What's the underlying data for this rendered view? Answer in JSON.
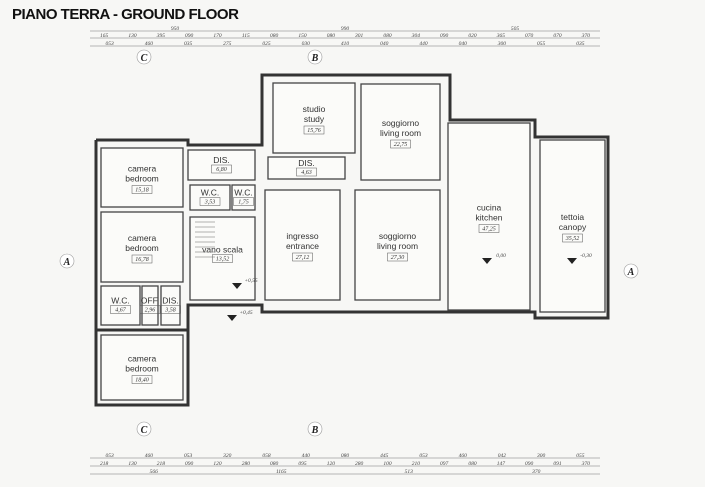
{
  "title": "PIANO TERRA - GROUND FLOOR",
  "rooms": [
    {
      "name": "camera",
      "name_en": "bedroom",
      "area": "15,18"
    },
    {
      "name": "camera",
      "name_en": "bedroom",
      "area": "16,78"
    },
    {
      "name": "camera",
      "name_en": "bedroom",
      "area": "18,40"
    },
    {
      "name": "W.C.",
      "name_en": "",
      "area": "4,67"
    },
    {
      "name": "OFF.",
      "name_en": "",
      "area": "2,96"
    },
    {
      "name": "DIS.",
      "name_en": "",
      "area": "3,58"
    },
    {
      "name": "vano scala",
      "name_en": "",
      "area": "13,52"
    },
    {
      "name": "DIS.",
      "name_en": "",
      "area": "6,80"
    },
    {
      "name": "W.C.",
      "name_en": "",
      "area": "3,53"
    },
    {
      "name": "W.C.",
      "name_en": "",
      "area": "1,75"
    },
    {
      "name": "studio",
      "name_en": "study",
      "area": "15,76"
    },
    {
      "name": "DIS.",
      "name_en": "",
      "area": "4,63"
    },
    {
      "name": "ingresso",
      "name_en": "entrance",
      "area": "27,12"
    },
    {
      "name": "soggiorno",
      "name_en": "living room",
      "area": "22,75"
    },
    {
      "name": "soggiorno",
      "name_en": "living room",
      "area": "27,30"
    },
    {
      "name": "cucina",
      "name_en": "kitchen",
      "area": "47,25"
    },
    {
      "name": "tettoia",
      "name_en": "canopy",
      "area": "35,52"
    }
  ],
  "section_markers": [
    "A",
    "A",
    "B",
    "B",
    "C",
    "C"
  ],
  "levels": [
    "+0,55",
    "+0,45",
    "0,00",
    "-0,30"
  ],
  "dimensions_top": {
    "row1": [
      "950",
      "990",
      "505"
    ],
    "row2": [
      "165",
      "130",
      "395",
      "090",
      "170",
      "115",
      "080",
      "150",
      "080",
      "301",
      "080",
      "304",
      "090",
      "020",
      "365",
      "070",
      "070",
      "370"
    ],
    "row3": [
      "053",
      "460",
      "035",
      "275",
      "025",
      "030",
      "410",
      "040",
      "440",
      "040",
      "300",
      "055",
      "035"
    ]
  },
  "dimensions_bottom": {
    "row1": [
      "053",
      "460",
      "053",
      "320",
      "058",
      "440",
      "080",
      "445",
      "053",
      "460",
      "042",
      "300",
      "055"
    ],
    "row2": [
      "218",
      "130",
      "218",
      "090",
      "120",
      "280",
      "080",
      "095",
      "120",
      "280",
      "100",
      "210",
      "097",
      "080",
      "147",
      "090",
      "091",
      "370"
    ],
    "row3": [
      "566",
      "1165",
      "513",
      "370"
    ]
  }
}
